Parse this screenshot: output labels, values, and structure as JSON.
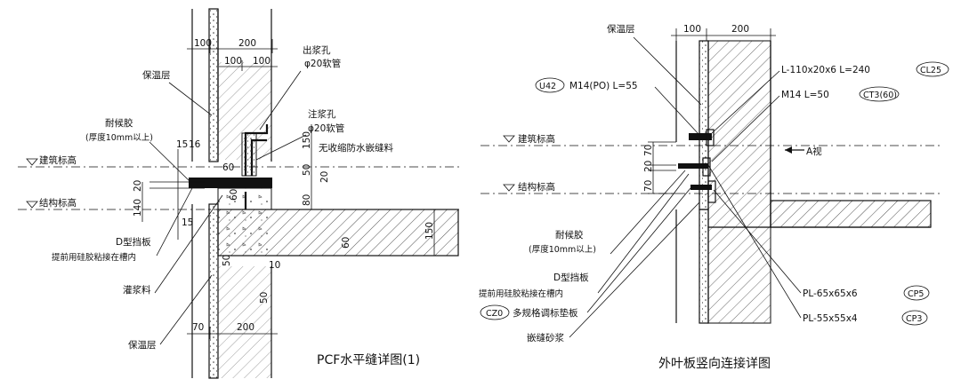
{
  "left": {
    "title": "PCF水平缝详图(1)",
    "labels": {
      "insulation_top": "保温层",
      "grout_hole": "出浆孔",
      "grout_hole_spec": "φ20软管",
      "inject_hole": "注浆孔",
      "inject_hole_spec": "φ20软管",
      "non_shrink": "无收缩防水嵌缝料",
      "sealant": "耐候胶",
      "sealant_note": "(厚度10mm以上)",
      "arch_level": "建筑标高",
      "struct_level": "结构标高",
      "d_plate": "D型挡板",
      "d_plate_note": "提前用硅胶粘接在槽内",
      "grout": "灌浆料",
      "insulation_bottom": "保温层"
    },
    "dims": {
      "top_100": "100",
      "top_200": "200",
      "top_100b": "100",
      "top_100c": "100",
      "d15a": "15",
      "d16": "16",
      "d15b": "15",
      "d20": "20",
      "d140": "140",
      "d150a": "150",
      "d50a": "50",
      "d20b": "20",
      "d80": "80",
      "d60a": "60",
      "d60b": "60",
      "d60c": "60",
      "d150b": "150",
      "d50b": "50",
      "d10": "10",
      "d50c": "50",
      "bot_70": "70",
      "bot_200": "200"
    }
  },
  "right": {
    "title": "外叶板竖向连接详图",
    "labels": {
      "insulation": "保温层",
      "bolt1_tag": "U42",
      "bolt1": "M14(PO) L=55",
      "angle1": "L-110x20x6 L=240",
      "angle1_tag": "CL25",
      "bolt2": "M14 L=50",
      "bolt2_tag": "CT3(60)",
      "arch_level": "建筑标高",
      "view_a": "A视",
      "struct_level": "结构标高",
      "sealant": "耐候胶",
      "sealant_note": "(厚度10mm以上)",
      "d_plate": "D型挡板",
      "d_plate_note": "提前用硅胶粘接在槽内",
      "shim_tag": "CZ0",
      "shim": "多规格调标垫板",
      "mortar": "嵌缝砂浆",
      "plate1": "PL-65x65x6",
      "plate1_tag": "CP5",
      "plate2": "PL-55x55x4",
      "plate2_tag": "CP3"
    },
    "dims": {
      "top_100": "100",
      "top_200": "200",
      "d70a": "70",
      "d20": "20",
      "d70b": "70"
    }
  }
}
